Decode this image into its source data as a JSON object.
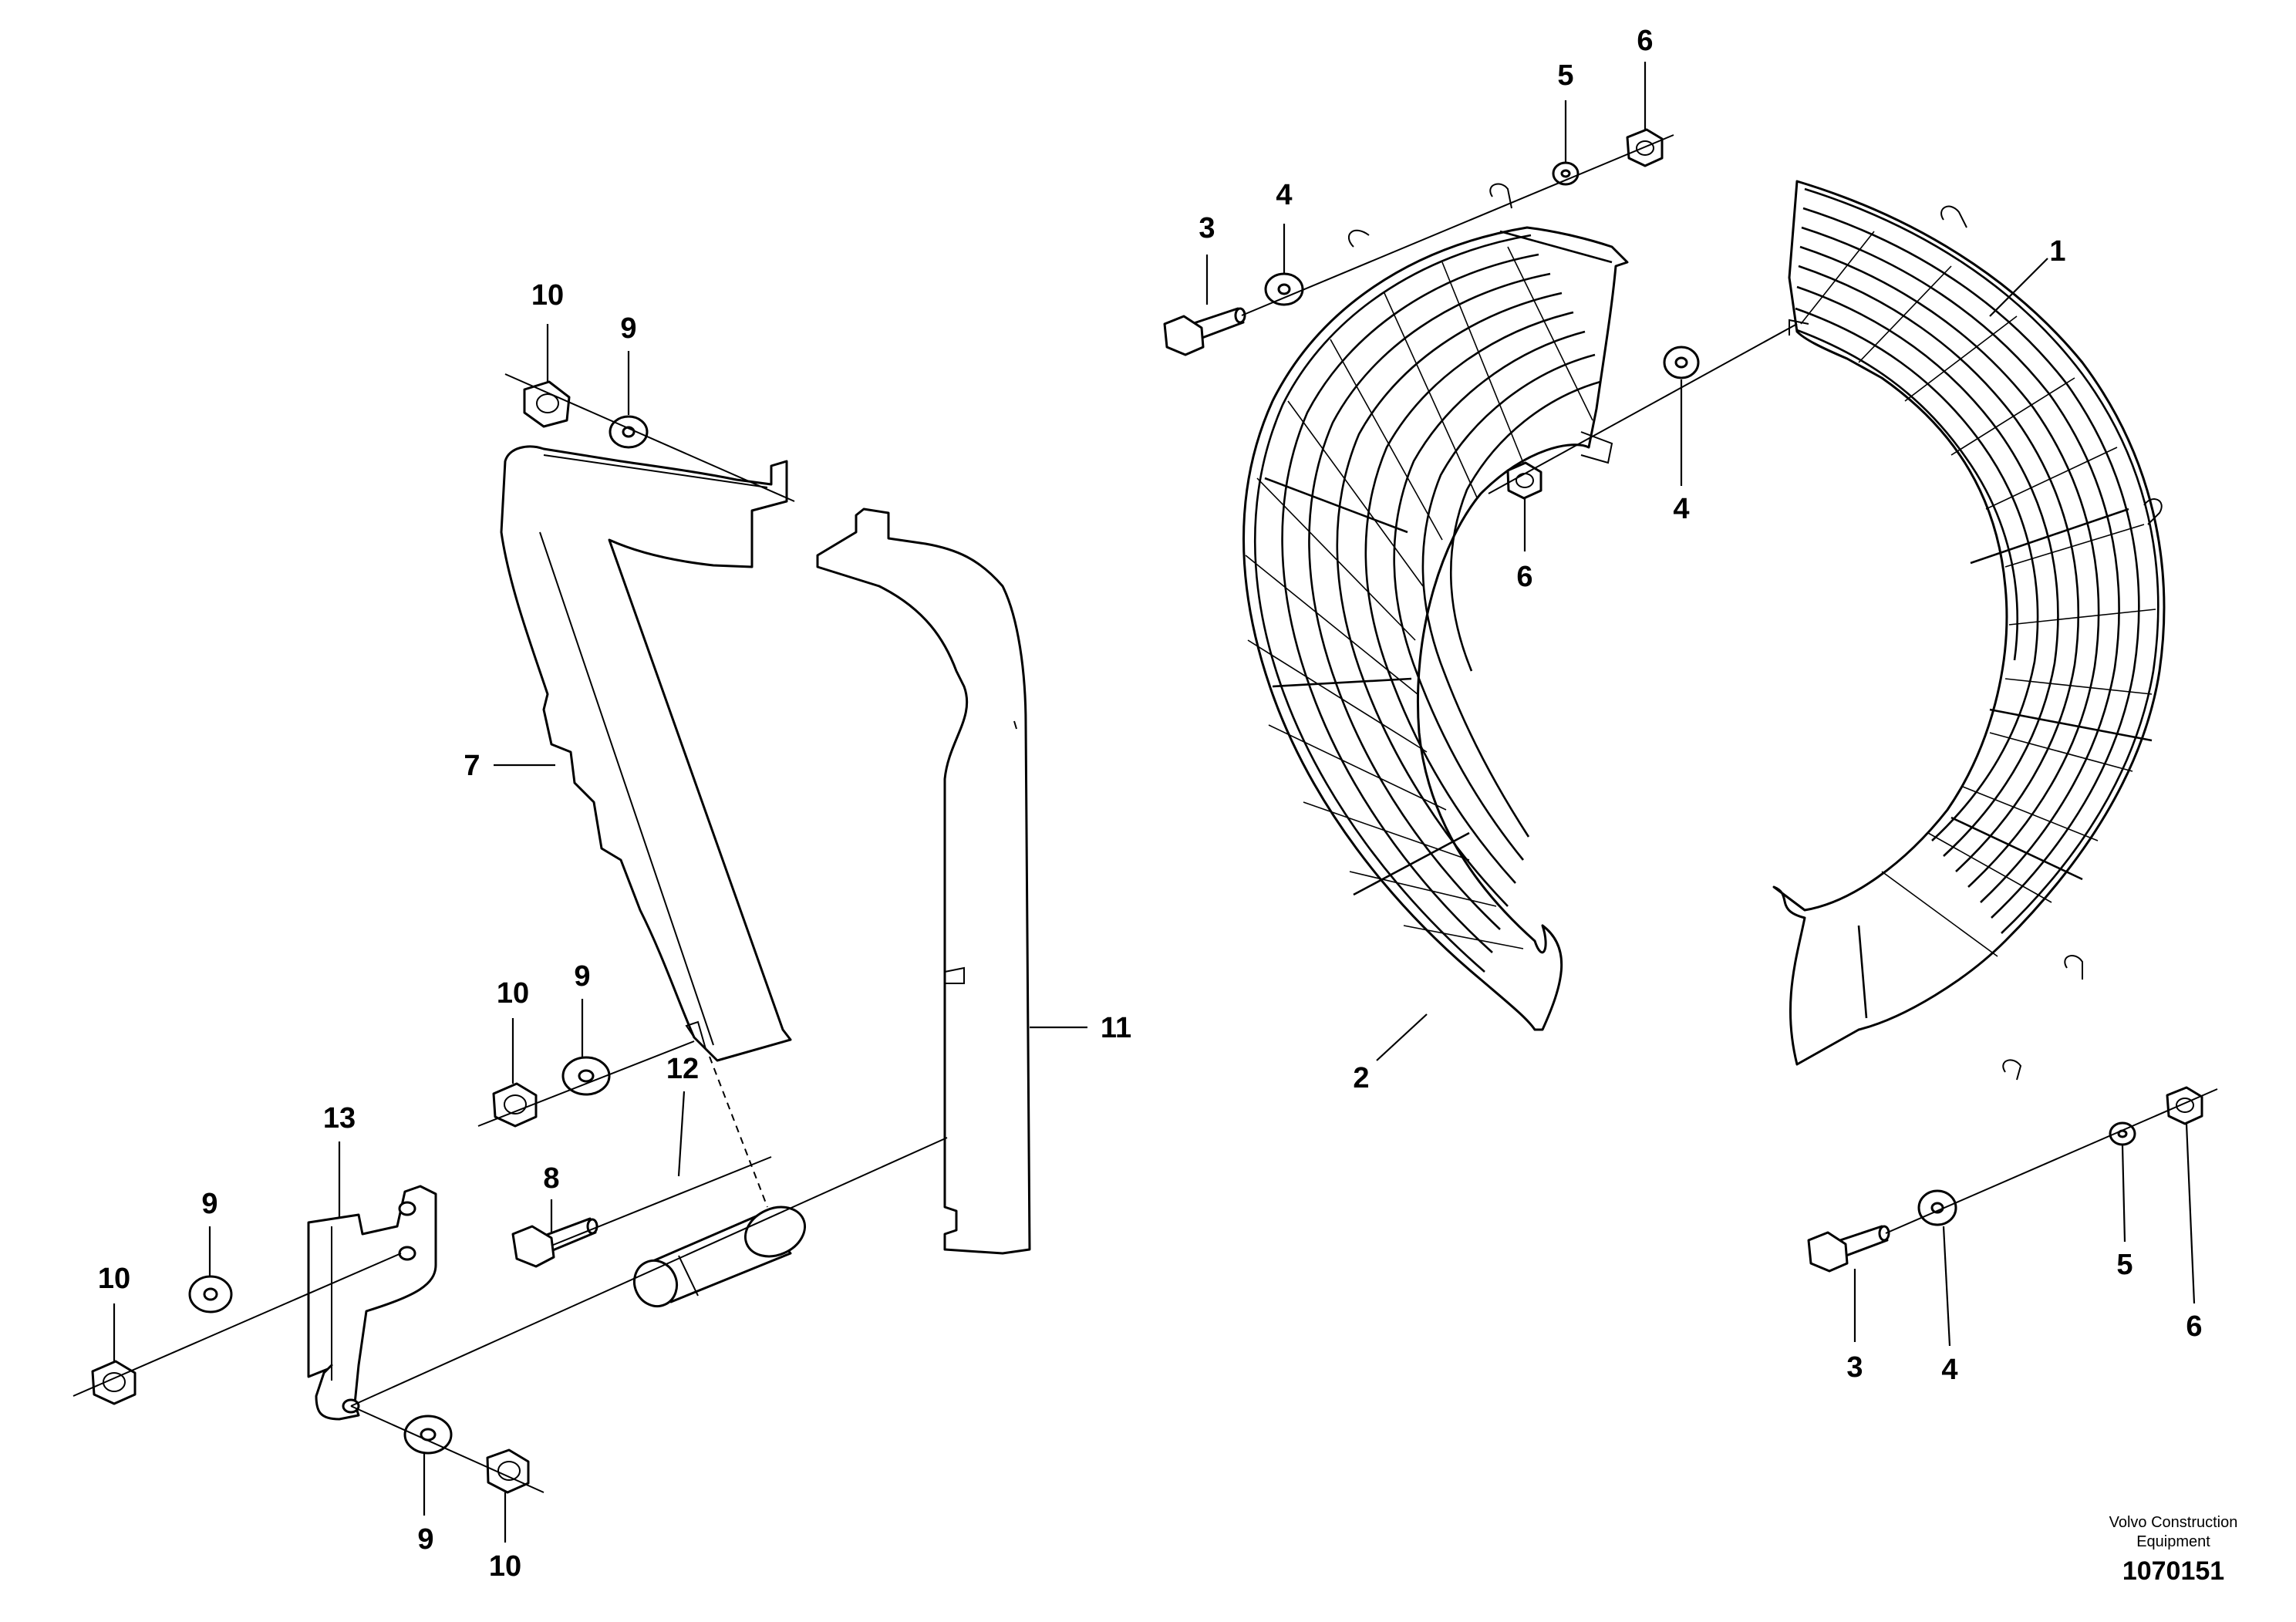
{
  "callouts": {
    "c1": "1",
    "c2": "2",
    "c3a": "3",
    "c3b": "3",
    "c4a": "4",
    "c4b": "4",
    "c4c": "4",
    "c5a": "5",
    "c5b": "5",
    "c6a": "6",
    "c6b": "6",
    "c6c": "6",
    "c7": "7",
    "c8": "8",
    "c9a": "9",
    "c9b": "9",
    "c9c": "9",
    "c9d": "9",
    "c10a": "10",
    "c10b": "10",
    "c10c": "10",
    "c10d": "10",
    "c11": "11",
    "c12": "12",
    "c13": "13"
  },
  "credit": {
    "line1": "Volvo Construction",
    "line2": "Equipment",
    "document_number": "1070151"
  }
}
